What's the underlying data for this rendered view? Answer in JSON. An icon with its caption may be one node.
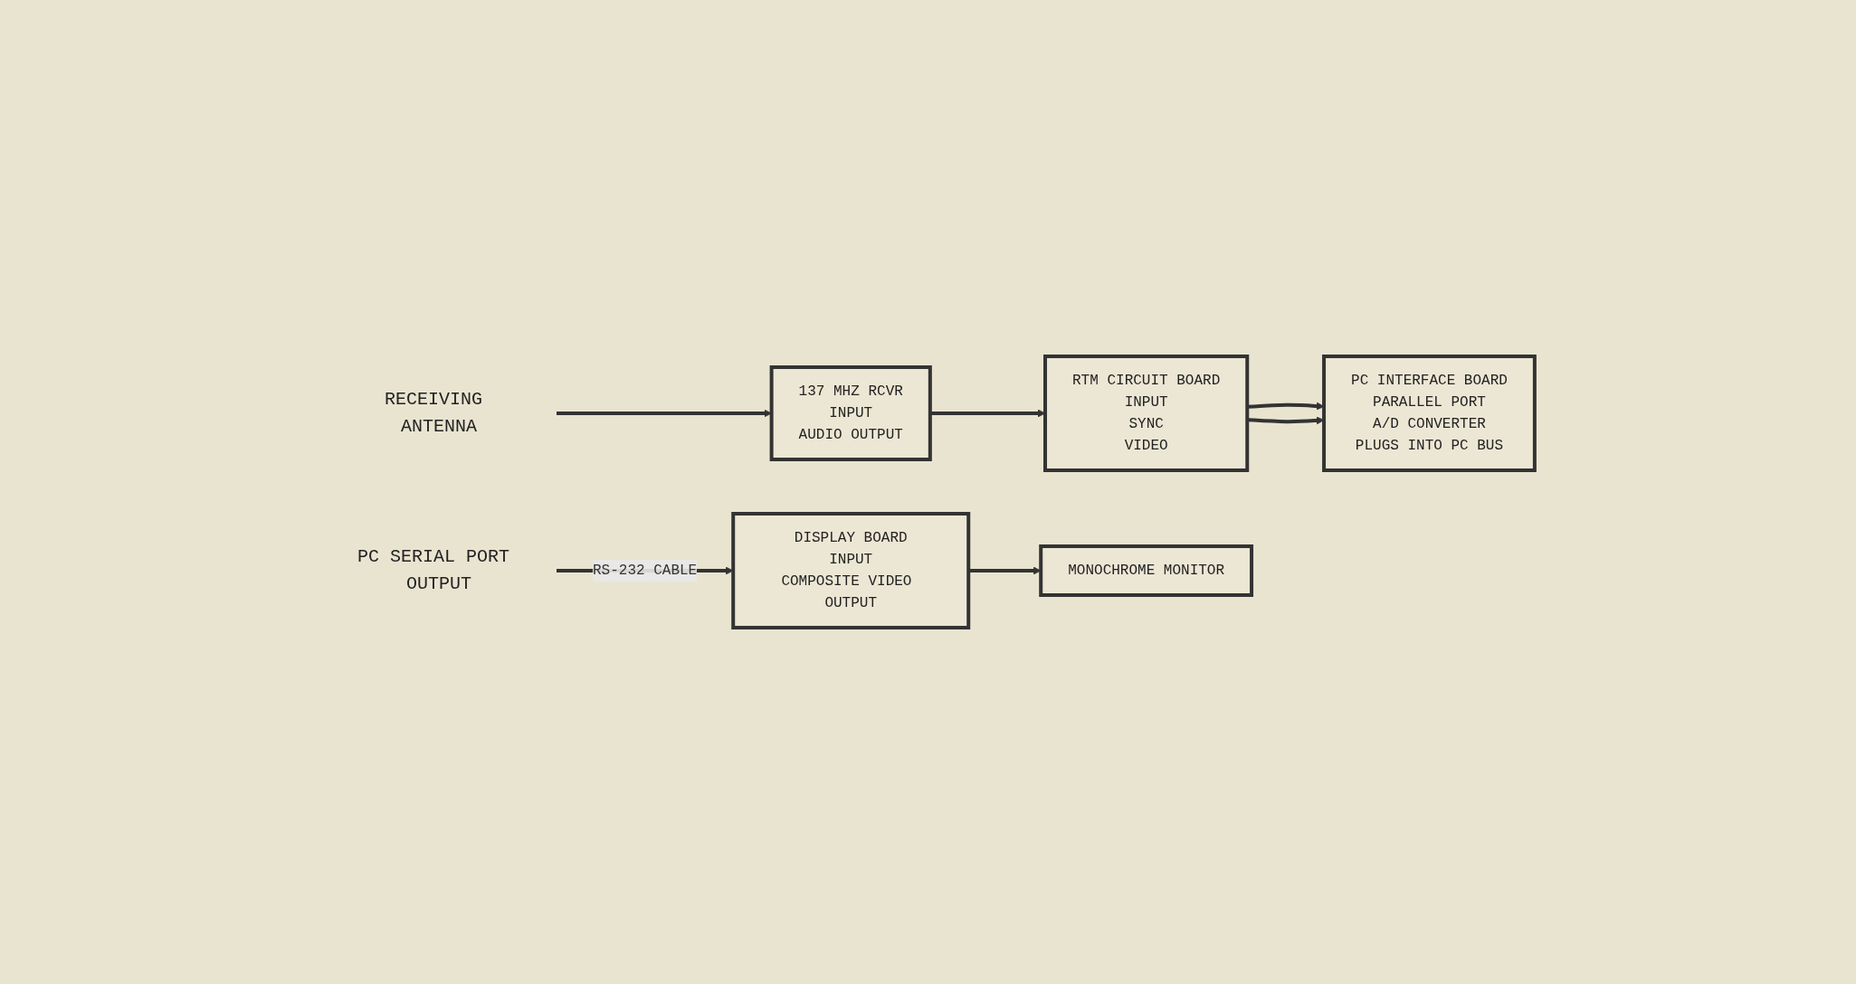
{
  "diagram": {
    "nodes": [
      {
        "text": [
          "RECEIVING ANTENNA"
        ]
      },
      {
        "text": [
          "137 MHZ RCVR",
          "INPUT",
          "AUDIO OUTPUT"
        ]
      },
      {
        "text": [
          "RTM CIRCUIT BOARD",
          "INPUT",
          "SYNC",
          "VIDEO"
        ]
      },
      {
        "text": [
          "PC INTERFACE BOARD",
          "PARALLEL PORT",
          "A/D CONVERTER",
          "PLUGS INTO PC BUS"
        ]
      },
      {
        "text": [
          "PC SERIAL PORT OUTPUT"
        ]
      },
      {
        "text": [
          "DISPLAY BOARD",
          "INPUT",
          "COMPOSITE VIDEO OUTPUT"
        ]
      },
      {
        "text": [
          "MONOCHROME MONITOR"
        ]
      }
    ],
    "edges": [
      {
        "from": 0,
        "to": 1,
        "arrow": "to"
      },
      {
        "from": 1,
        "to": 2,
        "arrow": "to"
      },
      {
        "from": 2,
        "to": 3,
        "arrow": "to"
      },
      {
        "from": 2,
        "to": 3,
        "arrow": "to"
      },
      {
        "from": 4,
        "to": 5,
        "arrow": "to",
        "label": "RS-232 CABLE"
      },
      {
        "from": 5,
        "to": 6,
        "arrow": "to"
      }
    ]
  }
}
